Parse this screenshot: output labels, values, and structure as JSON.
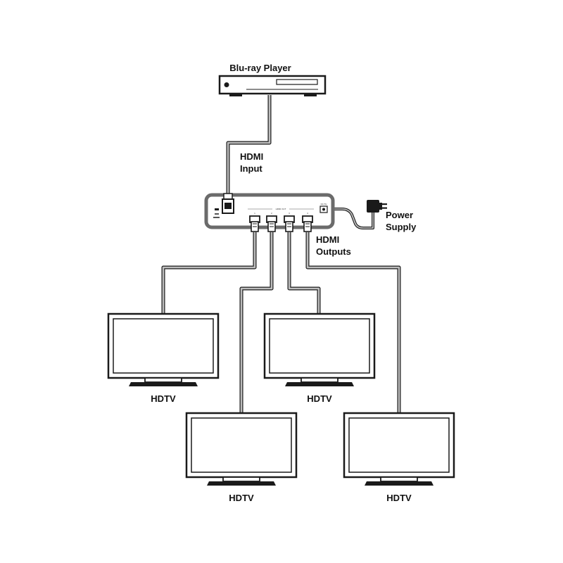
{
  "source": {
    "label": "Blu-ray Player"
  },
  "input": {
    "line1": "HDMI",
    "line2": "Input"
  },
  "outputs": {
    "line1": "HDMI",
    "line2": "Outputs"
  },
  "power": {
    "line1": "Power",
    "line2": "Supply"
  },
  "splitter": {
    "out_label": "HDMI OUT",
    "port_numbers": [
      "1",
      "2",
      "3",
      "4"
    ],
    "dc_label": "DC 5V"
  },
  "displays": [
    {
      "label": "HDTV"
    },
    {
      "label": "HDTV"
    },
    {
      "label": "HDTV"
    },
    {
      "label": "HDTV"
    }
  ],
  "colors": {
    "stroke": "#1a1a1a",
    "cable": "#bdbdbd",
    "splitter_border": "#6b6b6b"
  }
}
